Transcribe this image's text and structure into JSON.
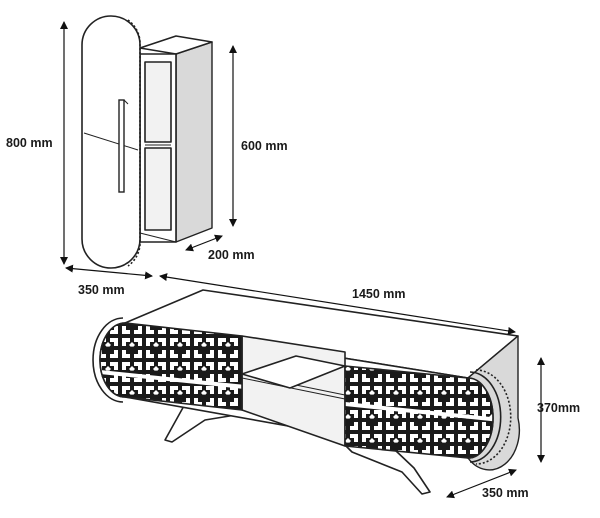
{
  "dimensions": {
    "cabinet_height": "800 mm",
    "cabinet_inner_height": "600 mm",
    "cabinet_depth": "200 mm",
    "cabinet_width": "350 mm",
    "tv_stand_length": "1450 mm",
    "tv_stand_height": "370mm",
    "tv_stand_depth": "350 mm"
  },
  "colors": {
    "line": "#222222",
    "panel": "#ffffff",
    "shade": "#d9d9d9",
    "pattern": "#111111"
  }
}
